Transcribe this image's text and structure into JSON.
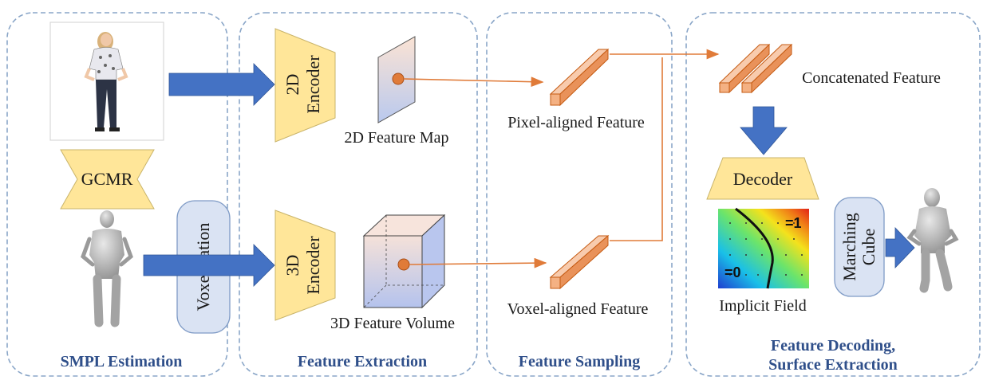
{
  "panels": {
    "smpl": "SMPL Estimation",
    "extraction": "Feature Extraction",
    "sampling": "Feature Sampling",
    "decoding_line1": "Feature Decoding,",
    "decoding_line2": "Surface Extraction"
  },
  "blocks": {
    "gcmr": "GCMR",
    "voxelization": "Voxelization",
    "encoder2d_l1": "2D",
    "encoder2d_l2": "Encoder",
    "encoder3d_l1": "3D",
    "encoder3d_l2": "Encoder",
    "decoder": "Decoder",
    "marching_l1": "Marching",
    "marching_l2": "Cube"
  },
  "labels": {
    "feature_map_2d": "2D Feature Map",
    "feature_volume_3d": "3D Feature Volume",
    "pixel_aligned": "Pixel-aligned Feature",
    "voxel_aligned": "Voxel-aligned Feature",
    "concatenated": "Concatenated Feature",
    "implicit_field": "Implicit Field",
    "field_one": "=1",
    "field_zero": "=0"
  },
  "colors": {
    "panel_border": "#8aa6c8",
    "blue_arrow": "#4472c4",
    "encoder_fill": "#ffe699",
    "orange_line": "#e07b39",
    "feature_bar": "#f4b183",
    "title_text": "#2f4f8a",
    "rounded_box": "#dae3f3"
  }
}
